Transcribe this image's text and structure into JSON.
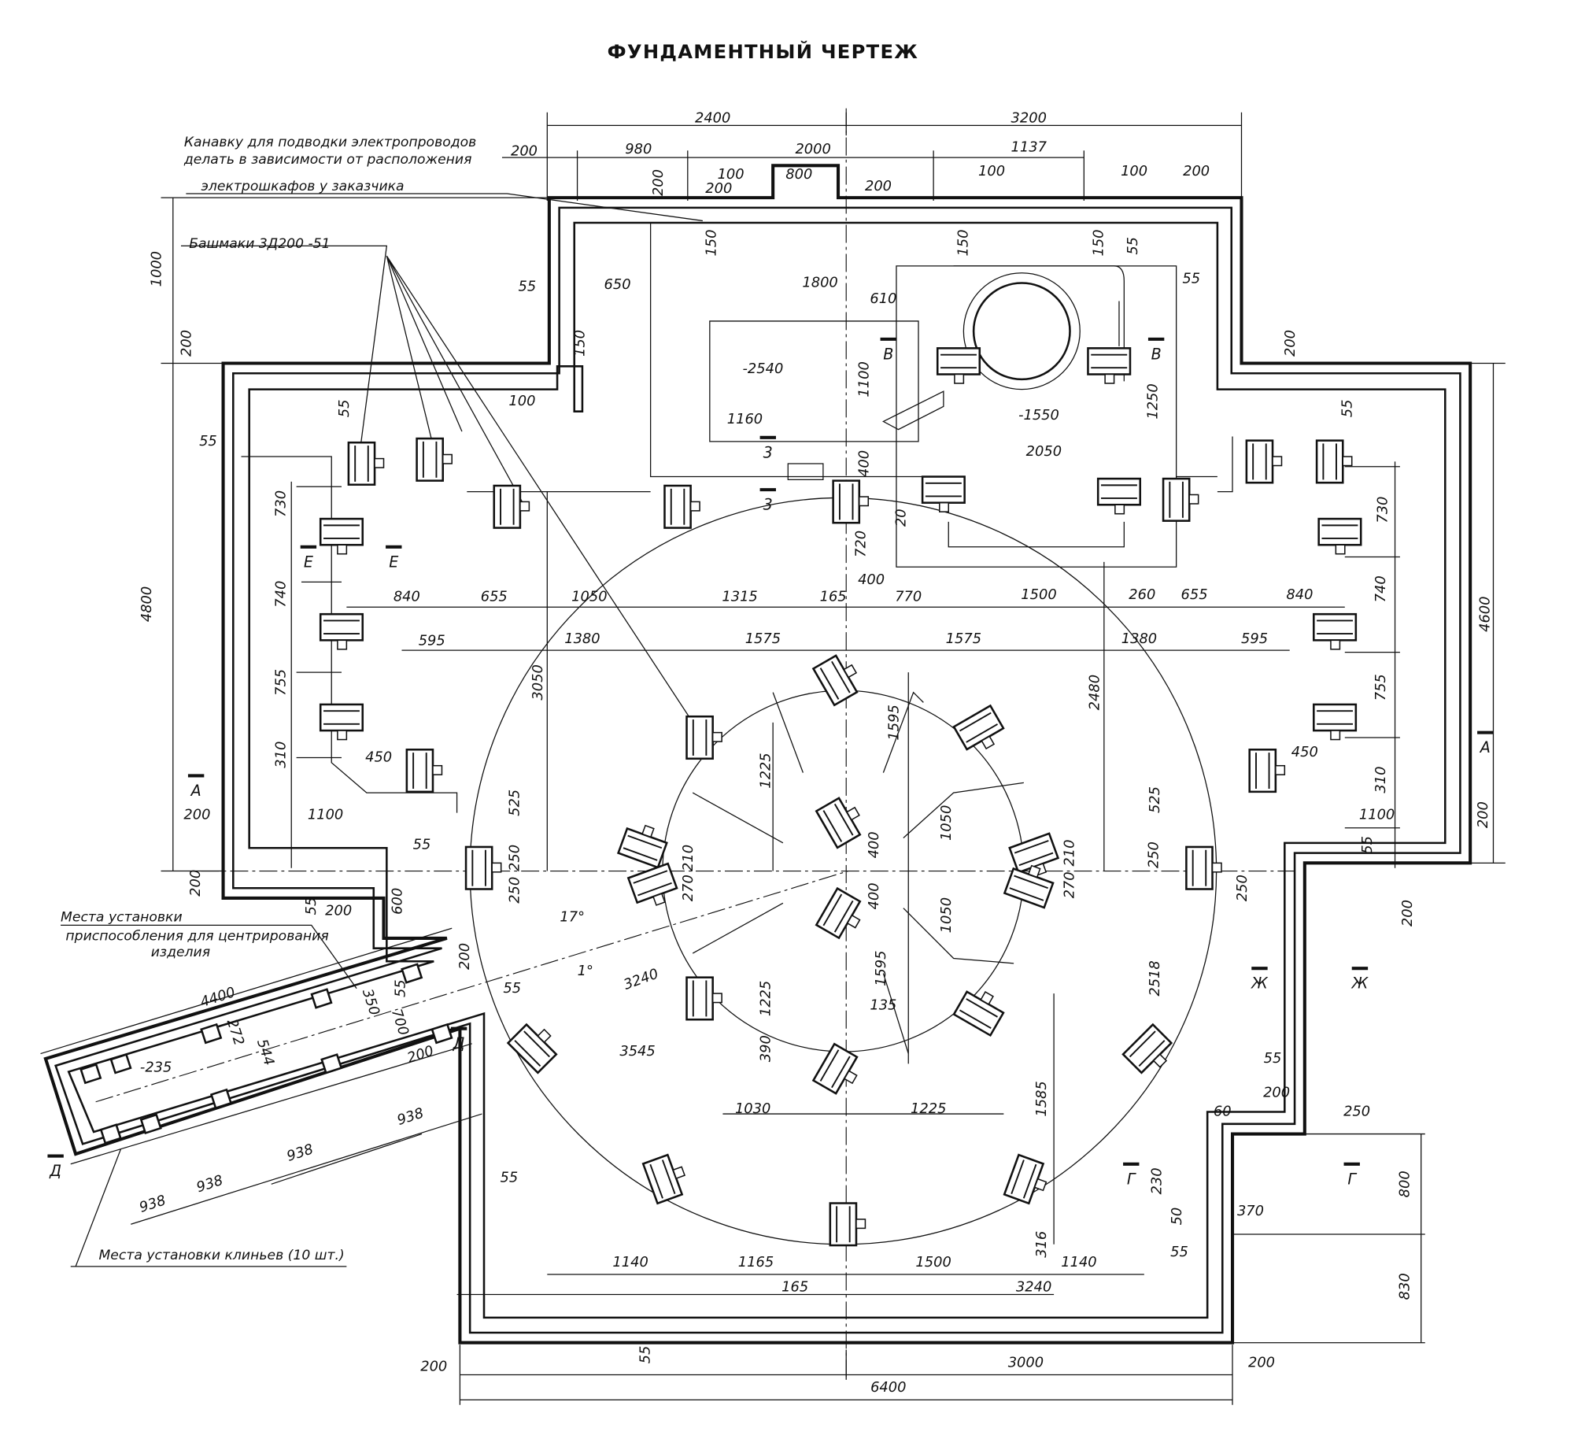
{
  "title": "ФУНДАМЕНТНЫЙ ЧЕРТЕЖ",
  "notes": {
    "cable_channel_line1": "Канавку для подводки электропроводов",
    "cable_channel_line2": "делать в зависимости от расположения",
    "cable_channel_line3": "электрошкафов у заказчика",
    "shoes": "Башмаки 3Д200 -51",
    "centering_line1": "Места установки",
    "centering_line2": "приспособления для центрирования",
    "centering_line3": "изделия",
    "wedges": "Места установки клиньев (10 шт.)"
  },
  "section_marks": [
    "В",
    "В",
    "Е",
    "Е",
    "А",
    "А",
    "Ж",
    "Ж",
    "Д",
    "Д",
    "Г",
    "Г",
    "3",
    "3"
  ],
  "dims": [
    "2400",
    "3200",
    "200",
    "980",
    "2000",
    "1137",
    "100",
    "800",
    "200",
    "200",
    "200",
    "100",
    "100",
    "200",
    "150",
    "150",
    "150",
    "55",
    "1000",
    "55",
    "650",
    "1800",
    "610",
    "55",
    "200",
    "150",
    "200",
    "-2540",
    "1100",
    "-1550",
    "1250",
    "100",
    "55",
    "55",
    "1160",
    "55",
    "2050",
    "400",
    "730",
    "730",
    "20",
    "720",
    "4800",
    "4600",
    "400",
    "840",
    "655",
    "1050",
    "1315",
    "165",
    "770",
    "1500",
    "260",
    "655",
    "840",
    "740",
    "740",
    "595",
    "1380",
    "1575",
    "1575",
    "1380",
    "595",
    "3050",
    "2480",
    "1595",
    "755",
    "755",
    "1225",
    "310",
    "310",
    "450",
    "450",
    "200",
    "1100",
    "525",
    "525",
    "1050",
    "1100",
    "200",
    "55",
    "400",
    "210",
    "210",
    "250",
    "250",
    "55",
    "200",
    "270",
    "270",
    "250",
    "250",
    "400",
    "17°",
    "1050",
    "200",
    "55",
    "200",
    "600",
    "200",
    "1°",
    "3240",
    "4400",
    "55",
    "350",
    "55",
    "2518",
    "1595",
    "700",
    "272",
    "544",
    "-235",
    "135",
    "1225",
    "200",
    "3545",
    "390",
    "55",
    "1585",
    "938",
    "200",
    "1030",
    "1225",
    "250",
    "60",
    "938",
    "938",
    "938",
    "55",
    "230",
    "800",
    "370",
    "50",
    "316",
    "1140",
    "1165",
    "1500",
    "1140",
    "55",
    "165",
    "3240",
    "830",
    "55",
    "200",
    "3000",
    "200",
    "6400"
  ]
}
